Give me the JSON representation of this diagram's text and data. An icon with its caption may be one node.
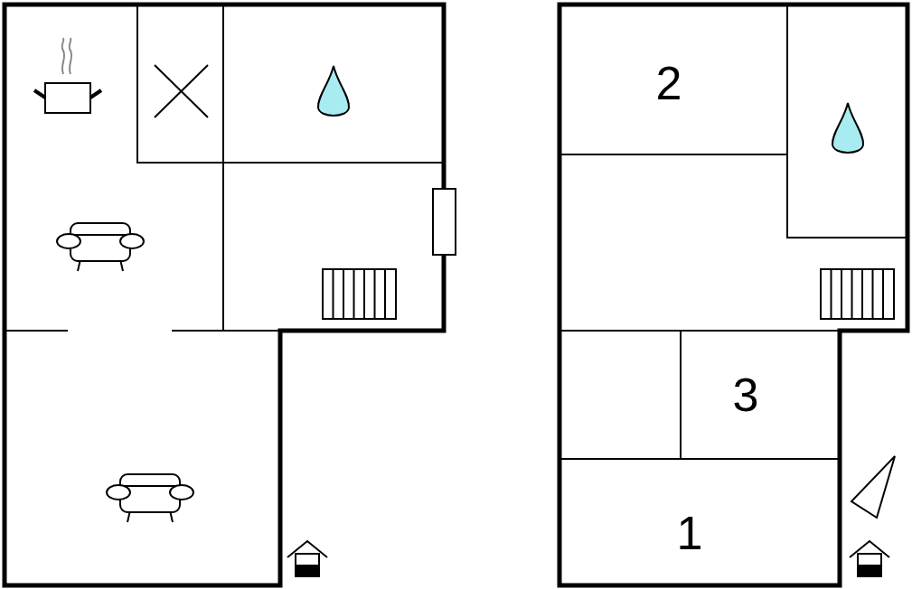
{
  "diagram": {
    "labels": [
      "2",
      "3",
      "1"
    ]
  }
}
